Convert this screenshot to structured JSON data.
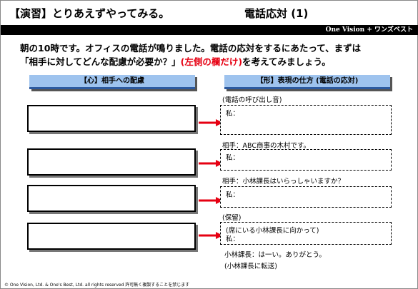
{
  "header": {
    "title_left": "【演習】とりあえずやってみる。",
    "title_right": "電話応対 (1)",
    "brand": "One Vision + ワンズベスト"
  },
  "intro": {
    "line1": "朝の10時です。オフィスの電話が鳴りました。電話の応対をするにあたって、まずは",
    "line2_start": "「相手に対してどんな配慮が必要か？」",
    "line2_red": "(左側の欄だけ)",
    "line2_end": "を考えてみましょう。"
  },
  "columns": {
    "left_header": "【心】相手への配慮",
    "right_header": "【形】表現の仕方 (電話の応対)"
  },
  "rows": [
    {
      "label": "(電話の呼び出し音)",
      "inner": "私："
    },
    {
      "label": "相手：ABC商事の木村です。",
      "inner": "私："
    },
    {
      "label": "相手：小林課長はいらっしゃいますか？",
      "inner": "私："
    },
    {
      "label": "(保留)",
      "inner_line1": "(席にいる小林課長に向かって)",
      "inner_line2": "私："
    }
  ],
  "after": {
    "line1": "小林課長：は一い。ありがとう。",
    "line2": "(小林課長に転送)"
  },
  "footer": "© One Vision, Ltd. & One's Best, Ltd. all rights reserved  許可無く複製することを禁じます",
  "colors": {
    "header_fill": "#9ec3ee",
    "header_border": "#2c5aa0",
    "arrow": "#e60012"
  }
}
